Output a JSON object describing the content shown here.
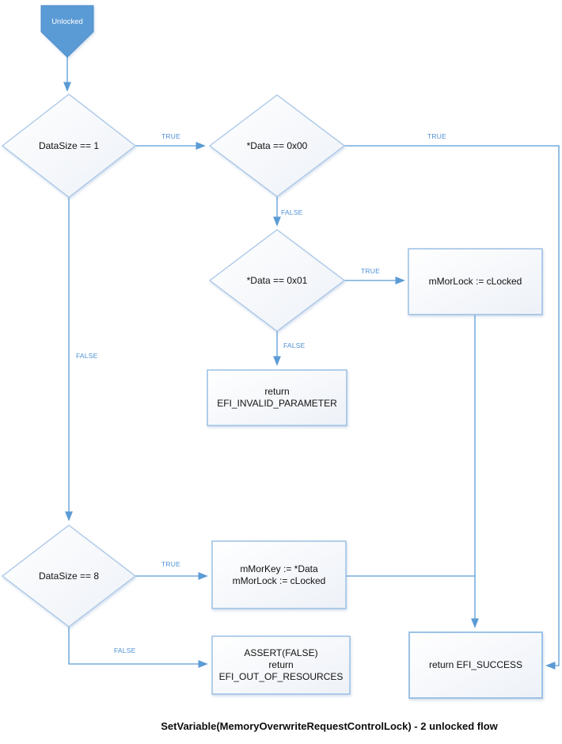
{
  "title": "SetVariable(MemoryOverwriteRequestControlLock) - 2 unlocked flow",
  "start": {
    "label": "Unlocked"
  },
  "decisions": {
    "datasize1": {
      "label": "DataSize == 1"
    },
    "data00": {
      "label": "*Data == 0x00"
    },
    "data01": {
      "label": "*Data == 0x01"
    },
    "datasize8": {
      "label": "DataSize == 8"
    }
  },
  "processes": {
    "morlock": {
      "label": "mMorLock := cLocked"
    },
    "invalid": {
      "line1": "return",
      "line2": "EFI_INVALID_PARAMETER"
    },
    "morkey": {
      "line1": "mMorKey := *Data",
      "line2": "mMorLock := cLocked"
    },
    "assert": {
      "line1": "ASSERT(FALSE)",
      "line2": "return",
      "line3": "EFI_OUT_OF_RESOURCES"
    },
    "success": {
      "label": "return EFI_SUCCESS"
    }
  },
  "edge_labels": {
    "ds1_true": "TRUE",
    "ds1_false": "FALSE",
    "data00_true": "TRUE",
    "data00_false": "FALSE",
    "data01_true": "TRUE",
    "data01_false": "FALSE",
    "ds8_true": "TRUE",
    "ds8_false": "FALSE"
  },
  "colors": {
    "accent_blue": "#5b9bd5",
    "connector": "#5b9bd5",
    "shape_border": "#a9c7e8",
    "box_border": "#9cc0e4",
    "shape_fill_start": "#ffffff",
    "shape_fill_end": "#edf1f7",
    "edge_label_text": "#4e90d4",
    "node_text": "#111111",
    "start_text": "#ffffff"
  }
}
